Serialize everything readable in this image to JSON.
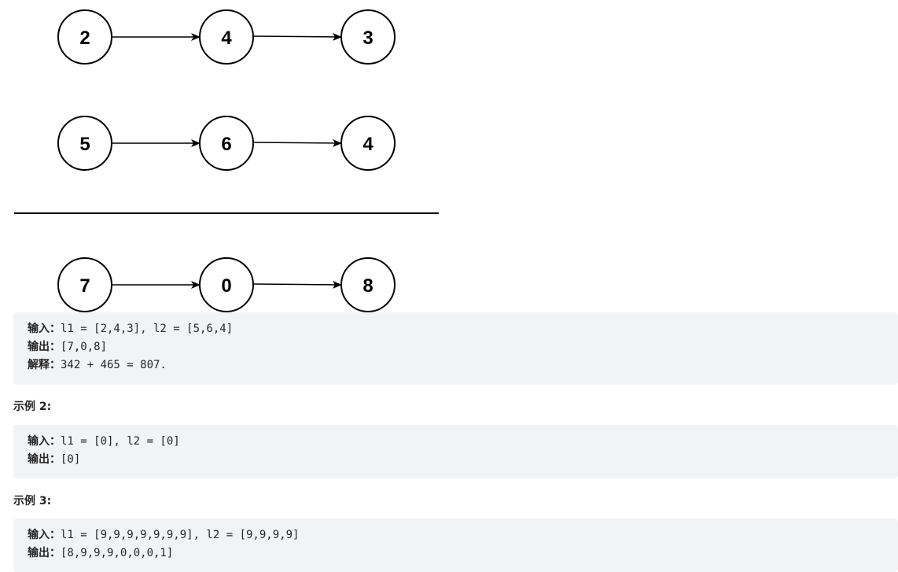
{
  "diagram": {
    "rows": [
      {
        "nodes": [
          "2",
          "4",
          "3"
        ]
      },
      {
        "nodes": [
          "5",
          "6",
          "4"
        ]
      },
      {
        "nodes": [
          "7",
          "0",
          "8"
        ]
      }
    ]
  },
  "example1": {
    "input_label": "输入：",
    "input_value": "l1 = [2,4,3], l2 = [5,6,4]",
    "output_label": "输出：",
    "output_value": "[7,0,8]",
    "explain_label": "解释：",
    "explain_value": "342 + 465 = 807."
  },
  "example2": {
    "heading": "示例 2:",
    "input_label": "输入：",
    "input_value": "l1 = [0], l2 = [0]",
    "output_label": "输出：",
    "output_value": "[0]"
  },
  "example3": {
    "heading": "示例 3:",
    "input_label": "输入：",
    "input_value": "l1 = [9,9,9,9,9,9,9], l2 = [9,9,9,9]",
    "output_label": "输出：",
    "output_value": "[8,9,9,9,0,0,0,1]"
  }
}
